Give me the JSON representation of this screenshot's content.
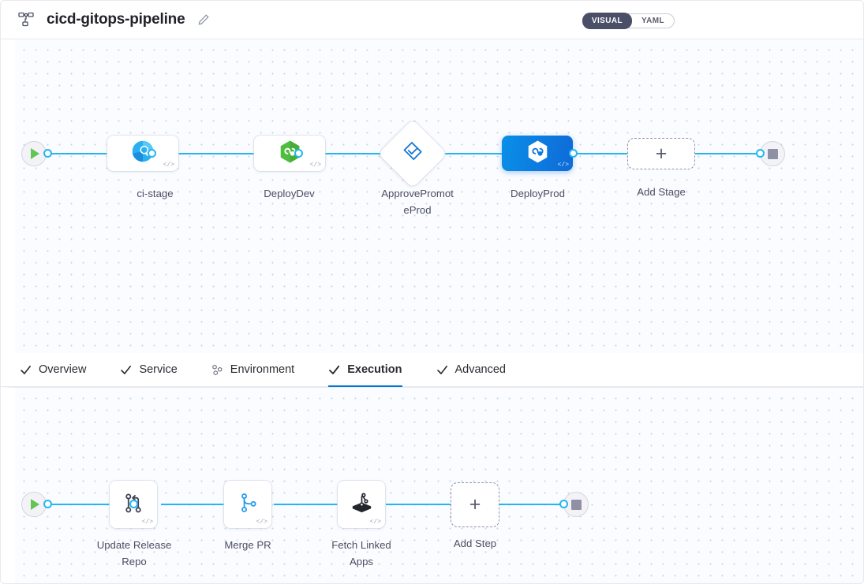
{
  "header": {
    "icon": "pipeline-hierarchy-icon",
    "title": "cicd-gitops-pipeline",
    "edit_icon": "pencil-edit-icon",
    "view_toggle": {
      "options": [
        "VISUAL",
        "YAML"
      ],
      "selected": "VISUAL",
      "visual_label": "VISUAL",
      "yaml_label": "YAML"
    }
  },
  "colors": {
    "accent_blue": "#0278d5",
    "connector_blue": "#23b7f0",
    "selected_node": "#0f6ad8",
    "canvas_bg": "#fafcff",
    "grid_dot": "#c6d4e8",
    "start_green": "#62c554",
    "argo_green": "#4fbe3f",
    "stop_grey": "#8e90a4"
  },
  "stage_canvas": {
    "start_node": {
      "name": "pipeline-start",
      "icon": "play-icon"
    },
    "end_node": {
      "name": "pipeline-end",
      "icon": "stop-icon"
    },
    "stages": [
      {
        "label": "ci-stage",
        "icon": "ci-build-icon",
        "type": "card",
        "selected": false,
        "badge": "</>"
      },
      {
        "label": "DeployDev",
        "icon": "gitops-hexagon-icon",
        "type": "card",
        "selected": false,
        "badge": "</>"
      },
      {
        "label": "ApprovePromot\neProd",
        "icon": "approval-check-icon",
        "type": "diamond",
        "selected": false,
        "badge": ""
      },
      {
        "label": "DeployProd",
        "icon": "gitops-hexagon-icon",
        "type": "card",
        "selected": true,
        "badge": "</>"
      }
    ],
    "add_stage": {
      "label": "Add Stage",
      "icon": "plus-icon"
    }
  },
  "tabs": [
    {
      "label": "Overview",
      "icon": "check-icon",
      "active": false
    },
    {
      "label": "Service",
      "icon": "check-icon",
      "active": false
    },
    {
      "label": "Environment",
      "icon": "hexagon-cluster-icon",
      "active": false
    },
    {
      "label": "Execution",
      "icon": "check-icon",
      "active": true
    },
    {
      "label": "Advanced",
      "icon": "check-icon",
      "active": false
    }
  ],
  "step_canvas": {
    "start_node": {
      "name": "execution-start",
      "icon": "play-icon"
    },
    "end_node": {
      "name": "execution-end",
      "icon": "stop-icon"
    },
    "steps": [
      {
        "label": "Update Release\nRepo",
        "icon": "git-merge-icon",
        "badge": "</>"
      },
      {
        "label": "Merge PR",
        "icon": "git-branch-icon",
        "badge": "</>"
      },
      {
        "label": "Fetch Linked\nApps",
        "icon": "harness-gitops-icon",
        "badge": "</>"
      }
    ],
    "add_step": {
      "label": "Add Step",
      "icon": "plus-icon"
    }
  }
}
